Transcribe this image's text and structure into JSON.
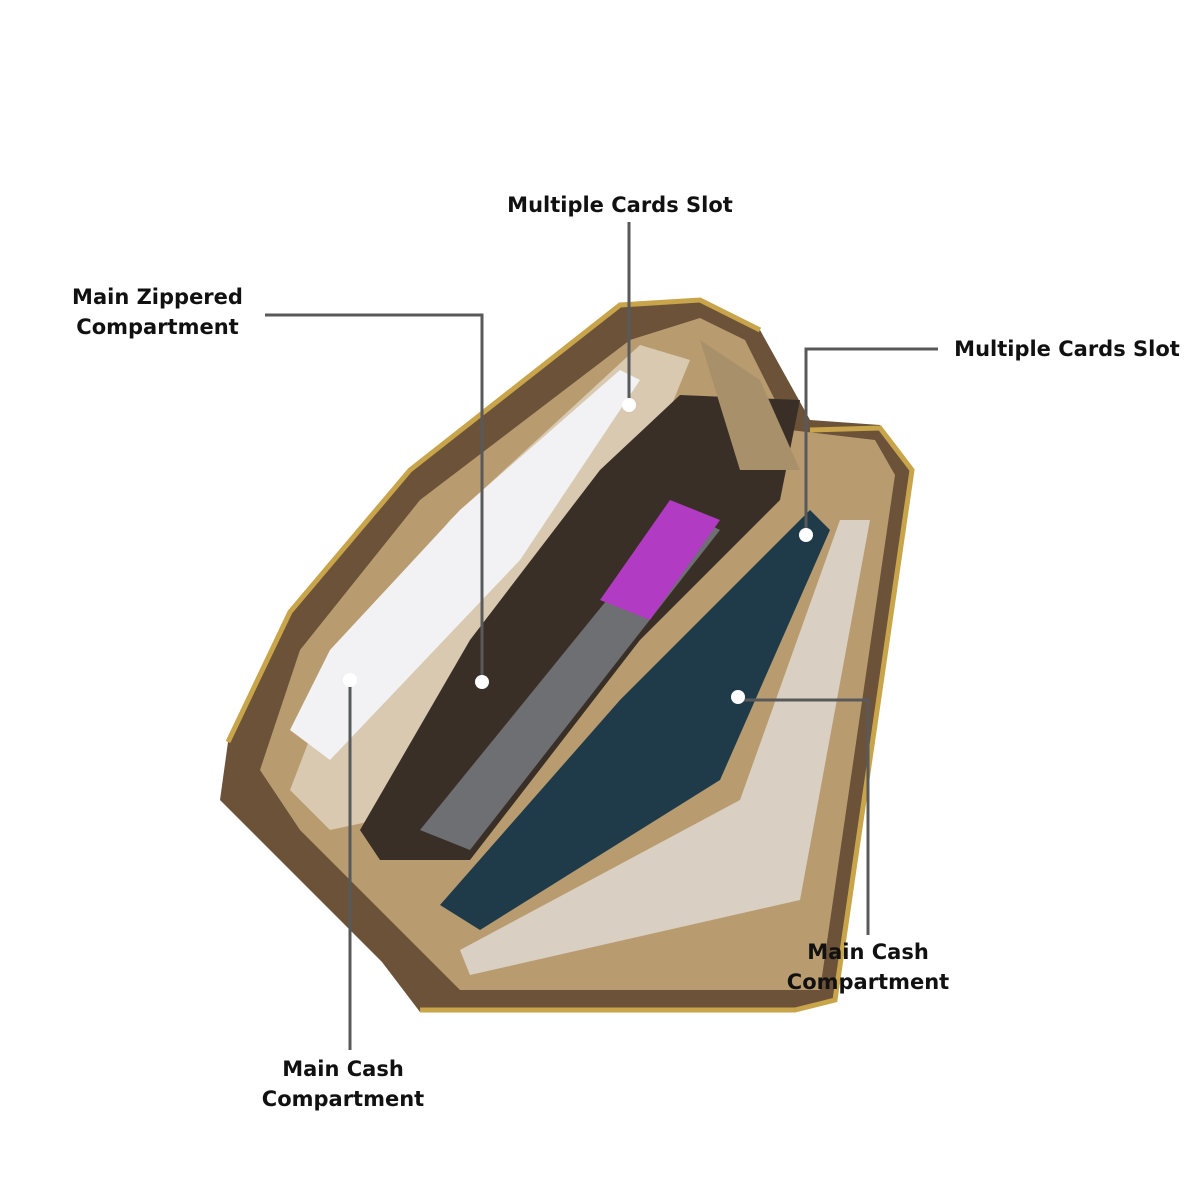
{
  "annotations": [
    {
      "id": "cards-top",
      "line1": "Multiple Cards Slot",
      "line2": ""
    },
    {
      "id": "zippered",
      "line1": "Main Zippered",
      "line2": "Compartment"
    },
    {
      "id": "cards-right",
      "line1": "Multiple Cards Slot",
      "line2": ""
    },
    {
      "id": "cash-right",
      "line1": "Main Cash",
      "line2": "Compartment"
    },
    {
      "id": "cash-left",
      "line1": "Main Cash",
      "line2": "Compartment"
    }
  ],
  "colors": {
    "leader_line": "#58595b",
    "text": "#111111",
    "wallet_outer": "#6b5238",
    "wallet_lining": "#b89c70",
    "zipper": "#c8a44a",
    "interior": "#2a2520"
  }
}
